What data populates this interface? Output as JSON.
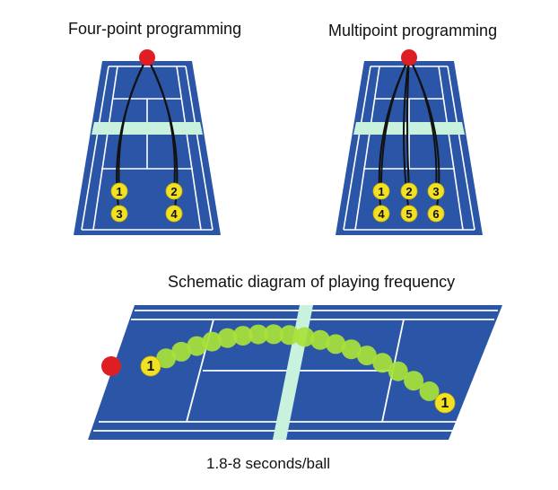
{
  "titles": {
    "four_point": "Four-point programming",
    "multipoint": "Multipoint programming",
    "frequency": "Schematic diagram of playing frequency"
  },
  "frequency_note": "1.8-8 seconds/ball",
  "four_point_targets": [
    "1",
    "2",
    "3",
    "4"
  ],
  "multipoint_targets": [
    "1",
    "2",
    "3",
    "4",
    "5",
    "6"
  ],
  "frequency_balls": [
    "1",
    "1"
  ],
  "colors": {
    "court": "#2b56a8",
    "lines": "#ffffff",
    "net": "#c8f2dd",
    "machine": "#e01d23",
    "target_ball": "#f2e022",
    "trail_ball": "#a8e23a"
  }
}
